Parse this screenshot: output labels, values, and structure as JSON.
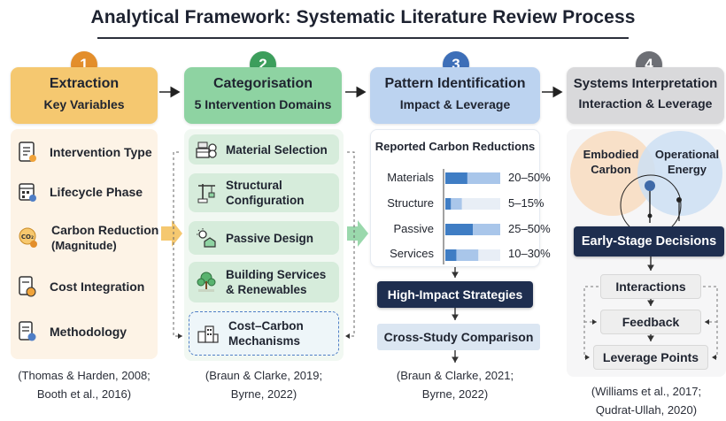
{
  "title": "Analytical Framework: Systematic Literature Review Process",
  "colors": {
    "extraction": "#f5c870",
    "categorisation": "#8ed3a2",
    "pattern": "#bcd3f0",
    "systems": "#d9d9db",
    "dark_navy": "#1e2e4f",
    "bar_blue": "#3f7dc4"
  },
  "stages": [
    {
      "number": "1",
      "title": "Extraction",
      "subtitle": "Key Variables",
      "items": [
        {
          "icon": "checklist-icon",
          "label": "Intervention Type",
          "sub": ""
        },
        {
          "icon": "calendar-cycle-icon",
          "label": "Lifecycle Phase",
          "sub": ""
        },
        {
          "icon": "co2-icon",
          "label": "Carbon Reduction",
          "sub": "(Magnitude)"
        },
        {
          "icon": "cost-document-icon",
          "label": "Cost Integration",
          "sub": ""
        },
        {
          "icon": "method-document-icon",
          "label": "Methodology",
          "sub": ""
        }
      ],
      "citation": [
        "(Thomas & Harden, 2008;",
        "Booth et al., 2016)"
      ]
    },
    {
      "number": "2",
      "title": "Categorisation",
      "subtitle": "5 Intervention Domains",
      "items": [
        {
          "icon": "materials-icon",
          "label": "Material Selection",
          "sub": ""
        },
        {
          "icon": "crane-icon",
          "label": "Structural",
          "sub": "Configuration"
        },
        {
          "icon": "sun-house-icon",
          "label": "Passive Design",
          "sub": ""
        },
        {
          "icon": "tree-icon",
          "label": "Building Services",
          "sub": "& Renewables"
        },
        {
          "icon": "buildings-icon",
          "label": "Cost–Carbon",
          "sub": "Mechanisms"
        }
      ],
      "citation": [
        "(Braun & Clarke, 2019;",
        "Byrne, 2022)"
      ]
    },
    {
      "number": "3",
      "title": "Pattern Identification",
      "subtitle": "Impact & Leverage",
      "panel_title": "Reported Carbon Reductions",
      "high_impact": "High-Impact Strategies",
      "comparison": "Cross-Study Comparison",
      "citation": [
        "(Braun & Clarke, 2021;",
        "Byrne, 2022)"
      ]
    },
    {
      "number": "4",
      "title": "Systems Interpretation",
      "subtitle": "Interaction & Leverage",
      "venn_left": [
        "Embodied",
        "Carbon"
      ],
      "venn_right": [
        "Operational",
        "Energy"
      ],
      "decision": "Early-Stage Decisions",
      "steps": [
        "Interactions",
        "Feedback",
        "Leverage Points"
      ],
      "citation": [
        "(Williams et al., 2017;",
        "Qudrat-Ullah, 2020)"
      ]
    }
  ],
  "chart_data": {
    "type": "bar",
    "title": "Reported Carbon Reductions",
    "categories": [
      "Materials",
      "Structure",
      "Passive",
      "Services"
    ],
    "series": [
      {
        "values": [
          20,
          5,
          25,
          10
        ]
      },
      {
        "values": [
          50,
          15,
          50,
          30
        ]
      }
    ],
    "labels": [
      "20–50%",
      "5–15%",
      "25–50%",
      "10–30%"
    ],
    "ylim": [
      0,
      50
    ]
  }
}
